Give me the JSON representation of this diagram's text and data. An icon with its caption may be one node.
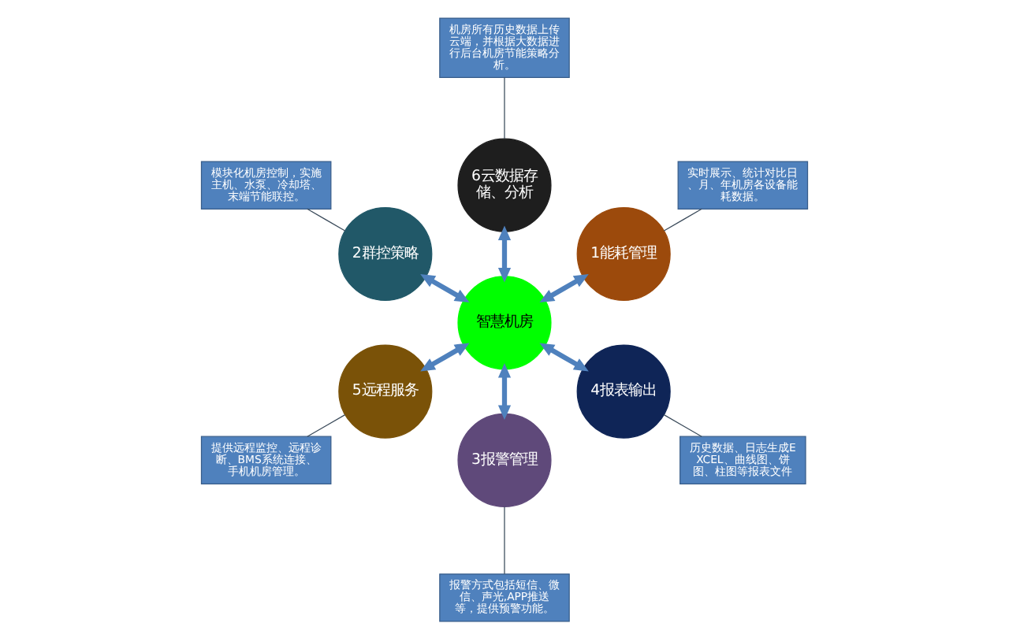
{
  "diagram": {
    "nodes": [
      {
        "text": [
          "机房所有历史数据上传云端，并根据大数据进行后台机房节能策略分析。"
        ]
      },
      {
        "text": [
          "1能耗管理"
        ]
      },
      {
        "text": [
          "实时展示、统计对比日、月、年机房各设备能耗数据。"
        ]
      },
      {
        "text": [
          "6云数据存储、分析"
        ]
      },
      {
        "text": [
          "2群控策略"
        ]
      },
      {
        "text": [
          "智慧机房"
        ]
      },
      {
        "text": [
          "提供远程监控、远程诊断、BMS系统连接、手机机房管理。"
        ]
      },
      {
        "text": [
          "模块化机房控制，实施主机、水泵、冷却塔、末端节能联控。"
        ]
      },
      {
        "text": [
          "5远程服务"
        ]
      },
      {
        "text": [
          "3报警管理"
        ]
      },
      {
        "text": [
          "4报表输出"
        ]
      },
      {
        "text": [
          "历史数据、日志生成EXCEL、曲线图、饼图、柱图等报表文件"
        ]
      },
      {
        "text": [
          "报警方式包括短信、微信、声光,APP推送等，提供预警功能。"
        ]
      }
    ],
    "edges": [
      {
        "from": 5,
        "to": 1,
        "arrow": "both",
        "style": "thick",
        "color": "#4f81bd"
      },
      {
        "from": 5,
        "to": 4,
        "arrow": "both",
        "style": "thick",
        "color": "#4f81bd"
      },
      {
        "from": 5,
        "to": 9,
        "arrow": "both",
        "style": "thick",
        "color": "#4f81bd"
      },
      {
        "from": 5,
        "to": 10,
        "arrow": "both",
        "style": "thick",
        "color": "#4f81bd"
      },
      {
        "from": 5,
        "to": 8,
        "arrow": "both",
        "style": "thick",
        "color": "#4f81bd"
      },
      {
        "from": 5,
        "to": 3,
        "arrow": "both",
        "style": "thick",
        "color": "#4f81bd"
      },
      {
        "from": 1,
        "to": 2,
        "arrow": "none",
        "color": "#3a4a5a"
      },
      {
        "from": 4,
        "to": 7,
        "arrow": "none",
        "color": "#3a4a5a"
      },
      {
        "from": 9,
        "to": 12,
        "arrow": "none",
        "color": "#3a4a5a"
      },
      {
        "from": 10,
        "to": 11,
        "arrow": "none",
        "color": "#3a4a5a"
      },
      {
        "from": 8,
        "to": 6,
        "arrow": "none",
        "color": "#3a4a5a"
      },
      {
        "from": 3,
        "to": 0,
        "arrow": "none",
        "color": "#3a4a5a"
      }
    ]
  }
}
